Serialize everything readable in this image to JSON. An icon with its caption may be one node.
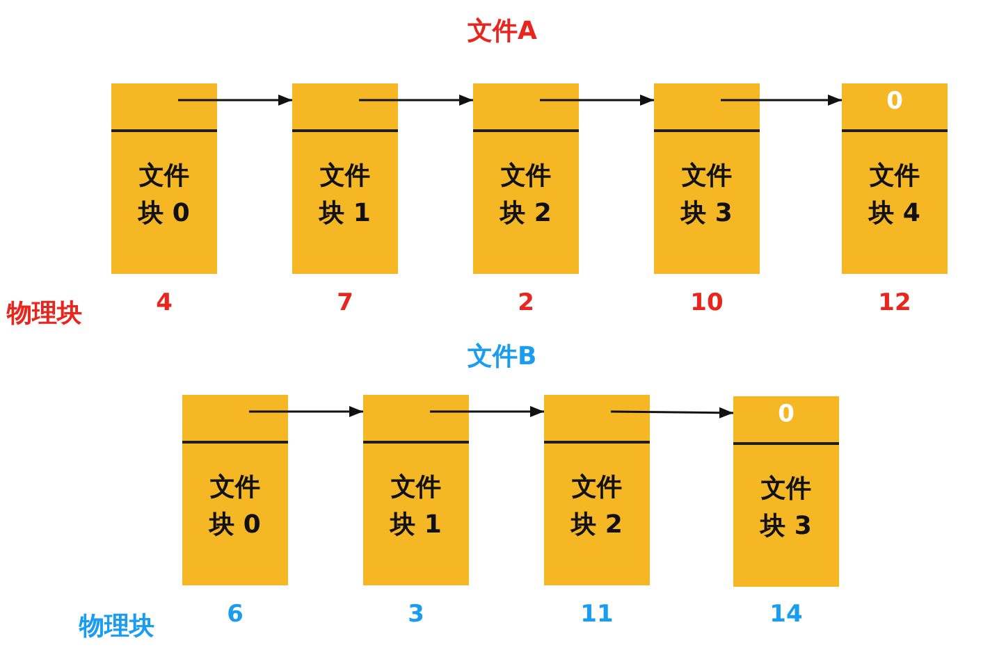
{
  "diagram": {
    "nodes": [
      {
        "text": [
          "文件块 0"
        ],
        "beside": [
          "4"
        ]
      },
      {
        "text": [
          "文件块 1"
        ],
        "beside": [
          "7"
        ]
      },
      {
        "text": [
          "文件块 2"
        ],
        "beside": [
          "2"
        ]
      },
      {
        "text": [
          "文件块 3"
        ],
        "beside": [
          "10"
        ]
      },
      {
        "text": [
          "0",
          "文件块 4"
        ],
        "beside": [
          "12"
        ]
      },
      {
        "text": [
          "文件块 0"
        ],
        "beside": [
          "6"
        ]
      },
      {
        "text": [
          "文件块 1"
        ],
        "beside": [
          "3"
        ]
      },
      {
        "text": [
          "文件块 2"
        ],
        "beside": [
          "11"
        ]
      },
      {
        "text": [
          "0",
          "文件块 3"
        ],
        "beside": [
          "14"
        ]
      }
    ],
    "edges": [
      {
        "from": 0,
        "to": 1,
        "arrow": "to"
      },
      {
        "from": 1,
        "to": 2,
        "arrow": "to"
      },
      {
        "from": 2,
        "to": 3,
        "arrow": "to"
      },
      {
        "from": 3,
        "to": 4,
        "arrow": "to"
      },
      {
        "from": 5,
        "to": 6,
        "arrow": "to"
      },
      {
        "from": 6,
        "to": 7,
        "arrow": "to"
      },
      {
        "from": 7,
        "to": 8,
        "arrow": "to"
      }
    ],
    "labels": [
      "文件A",
      "物理块",
      "文件B",
      "物理块"
    ]
  }
}
